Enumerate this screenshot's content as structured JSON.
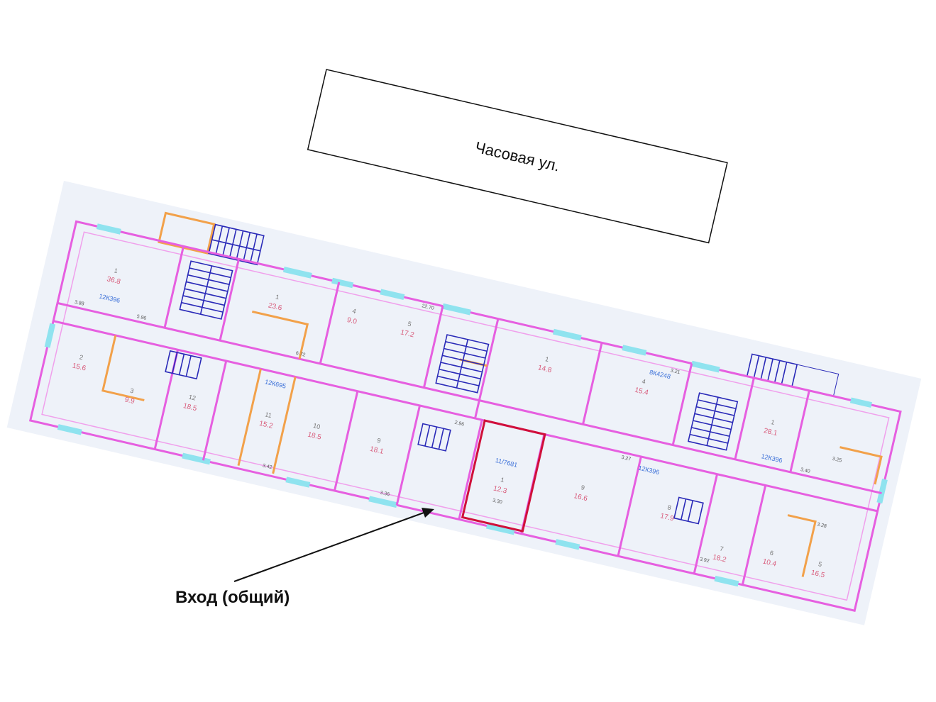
{
  "street": {
    "label": "Часовая ул."
  },
  "entrance": {
    "label": "Вход (общий)"
  },
  "colors": {
    "walls": "#e65fe0",
    "partitions": "#f2a14a",
    "stairs": "#2a2ab8",
    "windows": "#8fe3ef",
    "highlight": "#d0103a",
    "background": "#eef2f9"
  },
  "rooms": [
    {
      "num": "1",
      "area": "36.8",
      "code": "12К396"
    },
    {
      "num": "1",
      "area": "23.6",
      "code": ""
    },
    {
      "num": "2",
      "area": "15.6",
      "code": ""
    },
    {
      "num": "3",
      "area": "9.9",
      "code": ""
    },
    {
      "num": "4",
      "area": "9.0",
      "code": ""
    },
    {
      "num": "5",
      "area": "17.2",
      "code": ""
    },
    {
      "num": "1",
      "area": "14.8",
      "code": ""
    },
    {
      "num": "4",
      "area": "15.4",
      "code": "8К4248"
    },
    {
      "num": "1",
      "area": "28.1",
      "code": "12К396"
    },
    {
      "num": "12",
      "area": "18.5",
      "code": ""
    },
    {
      "num": "11",
      "area": "15.2",
      "code": "12К695"
    },
    {
      "num": "10",
      "area": "18.5",
      "code": ""
    },
    {
      "num": "9",
      "area": "18.1",
      "code": ""
    },
    {
      "num": "1",
      "area": "12.3",
      "code": "11/7681"
    },
    {
      "num": "9",
      "area": "16.6",
      "code": ""
    },
    {
      "num": "8",
      "area": "17.9",
      "code": "12К396"
    },
    {
      "num": "7",
      "area": "18.2",
      "code": ""
    },
    {
      "num": "6",
      "area": "10.4",
      "code": ""
    },
    {
      "num": "5",
      "area": "16.5",
      "code": ""
    }
  ],
  "dimensions": [
    "3.88",
    "5.96",
    "6.72",
    "22.70",
    "3.30",
    "3.92",
    "3.42",
    "3.36",
    "2.96",
    "3.27",
    "3.21",
    "3.40",
    "3.28",
    "3.25"
  ]
}
